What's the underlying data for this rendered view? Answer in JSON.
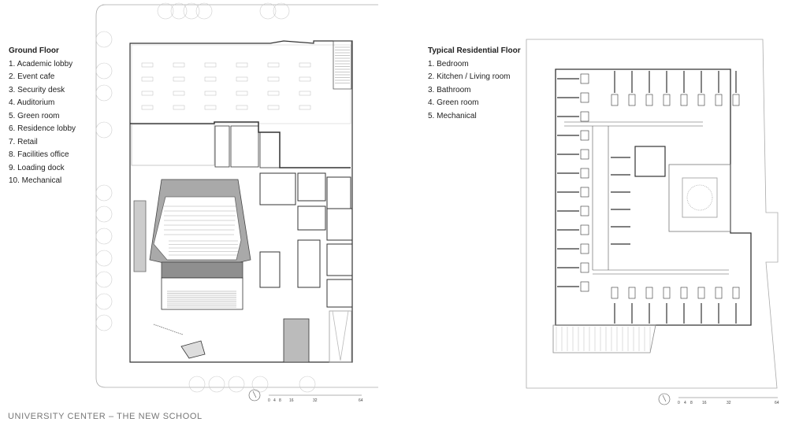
{
  "ground_floor": {
    "title": "Ground Floor",
    "items": [
      "1. Academic lobby",
      "2. Event cafe",
      "3. Security desk",
      "4. Auditorium",
      "5. Green room",
      "6. Residence lobby",
      "7. Retail",
      "8. Facilities office",
      "9. Loading dock",
      "10. Mechanical"
    ]
  },
  "residential_floor": {
    "title": "Typical Residential Floor",
    "items": [
      "1. Bedroom",
      "2. Kitchen / Living room",
      "3. Bathroom",
      "4. Green room",
      "5. Mechanical"
    ]
  },
  "scale_bar": {
    "ticks": [
      "0",
      "4",
      "8",
      "16",
      "32",
      "64"
    ]
  },
  "caption": "UNIVERSITY CENTER – THE NEW SCHOOL",
  "colors": {
    "wall": "#333333",
    "shade": "#9a9a9a",
    "light": "#c8c8c8"
  }
}
